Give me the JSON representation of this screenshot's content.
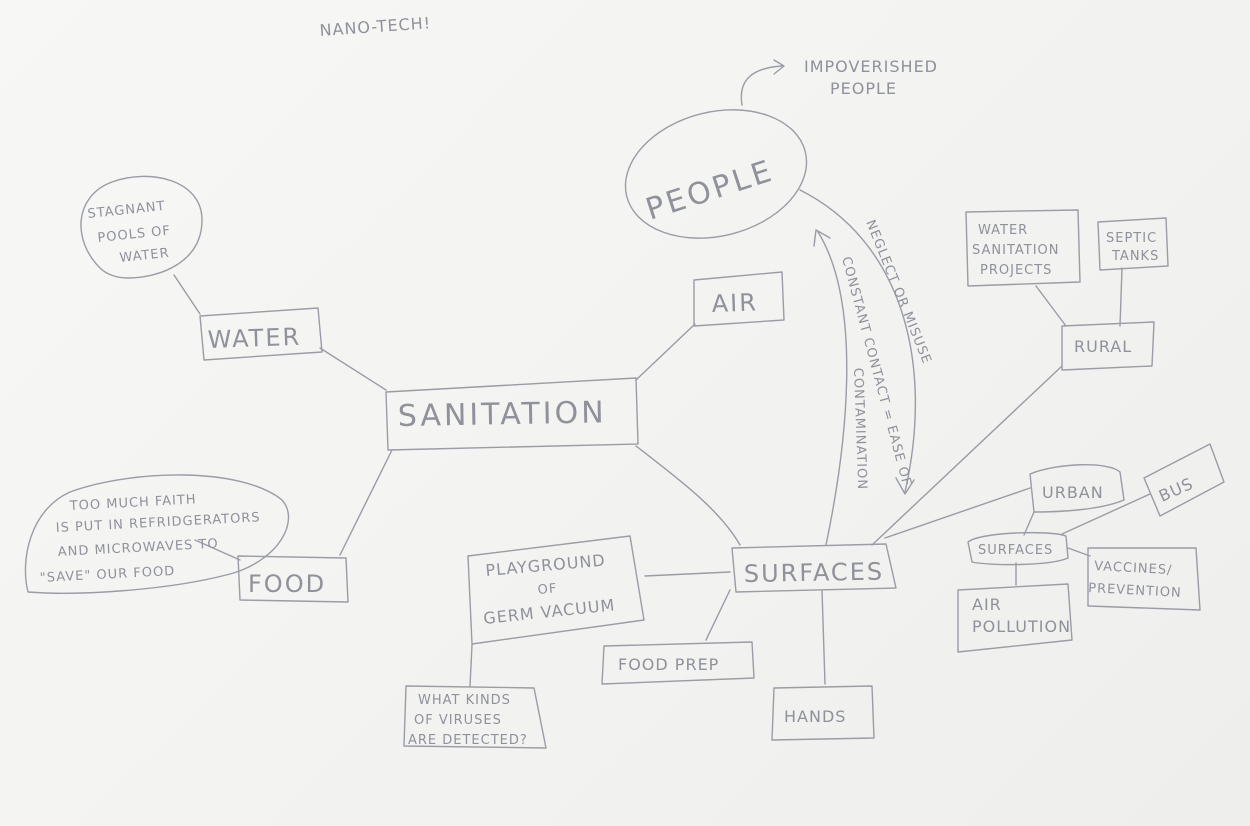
{
  "title": "NANO-TECH!",
  "center": "SANITATION",
  "branches": {
    "water": "WATER",
    "air": "AIR",
    "food": "FOOD",
    "surfaces": "SURFACES",
    "people": "PEOPLE"
  },
  "notes": {
    "stagnant": [
      "STAGNANT",
      "POOLS OF",
      "WATER"
    ],
    "faith": [
      "TOO MUCH FAITH",
      "IS PUT IN REFRIDGERATORS",
      "AND MICROWAVES TO",
      "\"SAVE\" OUR FOOD"
    ],
    "impoverished": [
      "IMPOVERISHED",
      "PEOPLE"
    ],
    "playground": [
      "PLAYGROUND",
      "OF",
      "GERM VACUUM"
    ],
    "viruses": [
      "WHAT KINDS",
      "OF VIRUSES",
      "ARE DETECTED?"
    ],
    "food_prep": "FOOD PREP",
    "hands": "HANDS",
    "neglect": "NEGLECT OR MISUSE",
    "contact": [
      "CONSTANT CONTACT = EASE OF",
      "CONTAMINATION"
    ],
    "water_projects": [
      "WATER",
      "SANITATION",
      "PROJECTS"
    ],
    "septic": [
      "SEPTIC",
      "TANKS"
    ],
    "rural": "RURAL",
    "urban": "URBAN",
    "bus": "BUS",
    "surfaces_small": "SURFACES",
    "vaccines": [
      "VACCINES/",
      "PREVENTION"
    ],
    "air_pollution": [
      "AIR",
      "POLLUTION"
    ]
  }
}
